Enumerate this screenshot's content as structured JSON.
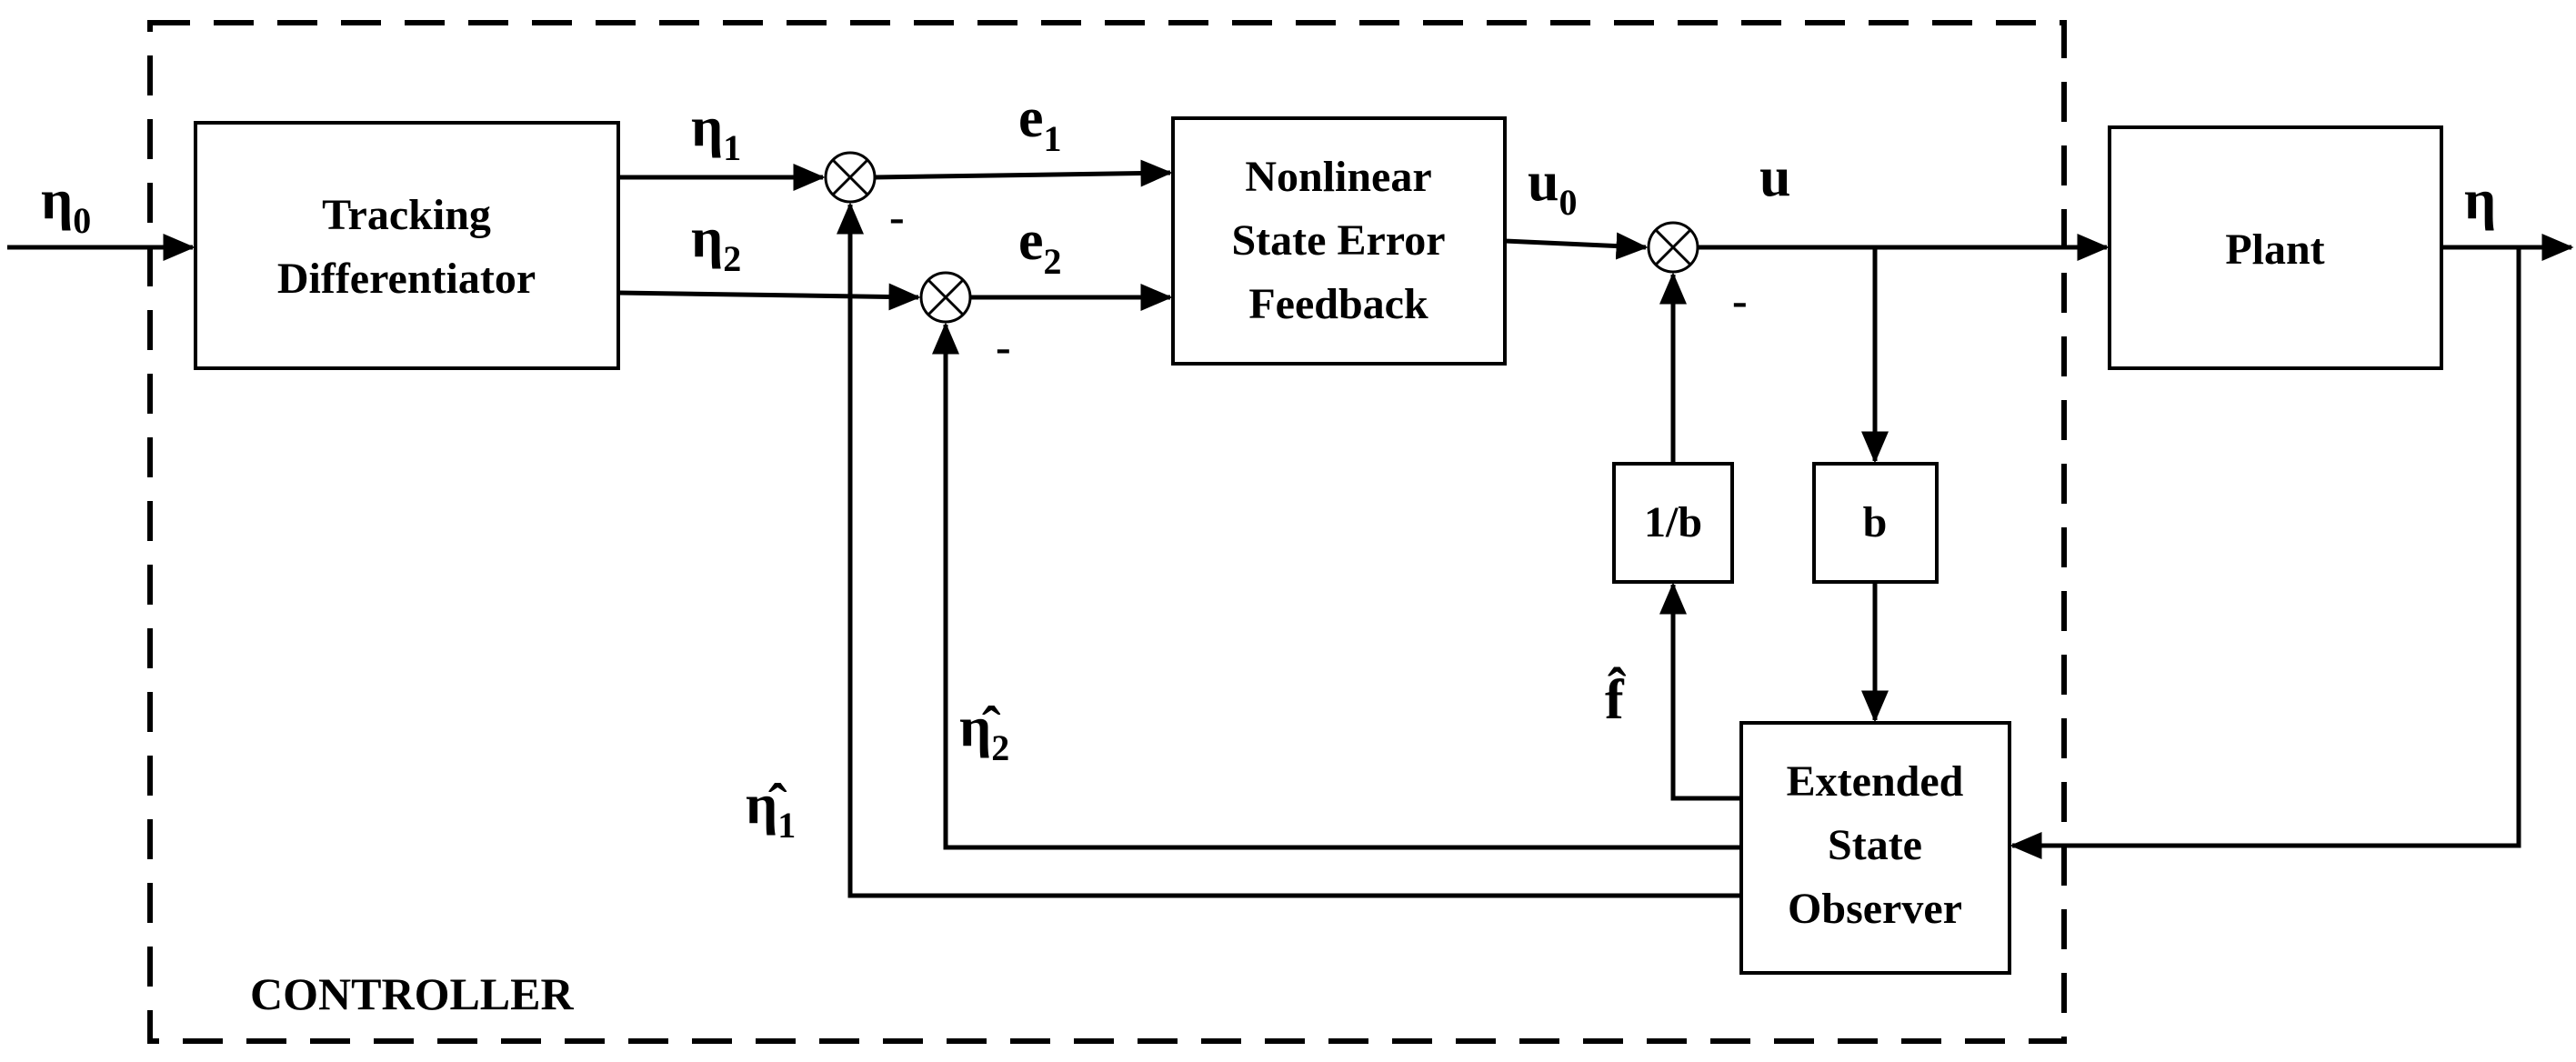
{
  "controller_label": "CONTROLLER",
  "blocks": {
    "tracking_differentiator": [
      "Tracking",
      "Differentiator"
    ],
    "nlsef": [
      "Nonlinear",
      "State Error",
      "Feedback"
    ],
    "plant": "Plant",
    "inv_b": "1/b",
    "b": "b",
    "eso": [
      "Extended",
      "State",
      "Observer"
    ]
  },
  "signals": {
    "eta0": {
      "base": "η",
      "sub": "0"
    },
    "eta1": {
      "base": "η",
      "sub": "1"
    },
    "eta2": {
      "base": "η",
      "sub": "2"
    },
    "e1": {
      "base": "e",
      "sub": "1"
    },
    "e2": {
      "base": "e",
      "sub": "2"
    },
    "u0": {
      "base": "u",
      "sub": "0"
    },
    "u": "u",
    "eta": "η",
    "f_hat": "f̂",
    "eta_hat1": {
      "base": "η̂",
      "sub": "1"
    },
    "eta_hat2": {
      "base": "η̂",
      "sub": "2"
    }
  },
  "signs": {
    "sum1_minus": "-",
    "sum2_minus": "-",
    "sum3_minus": "-"
  }
}
